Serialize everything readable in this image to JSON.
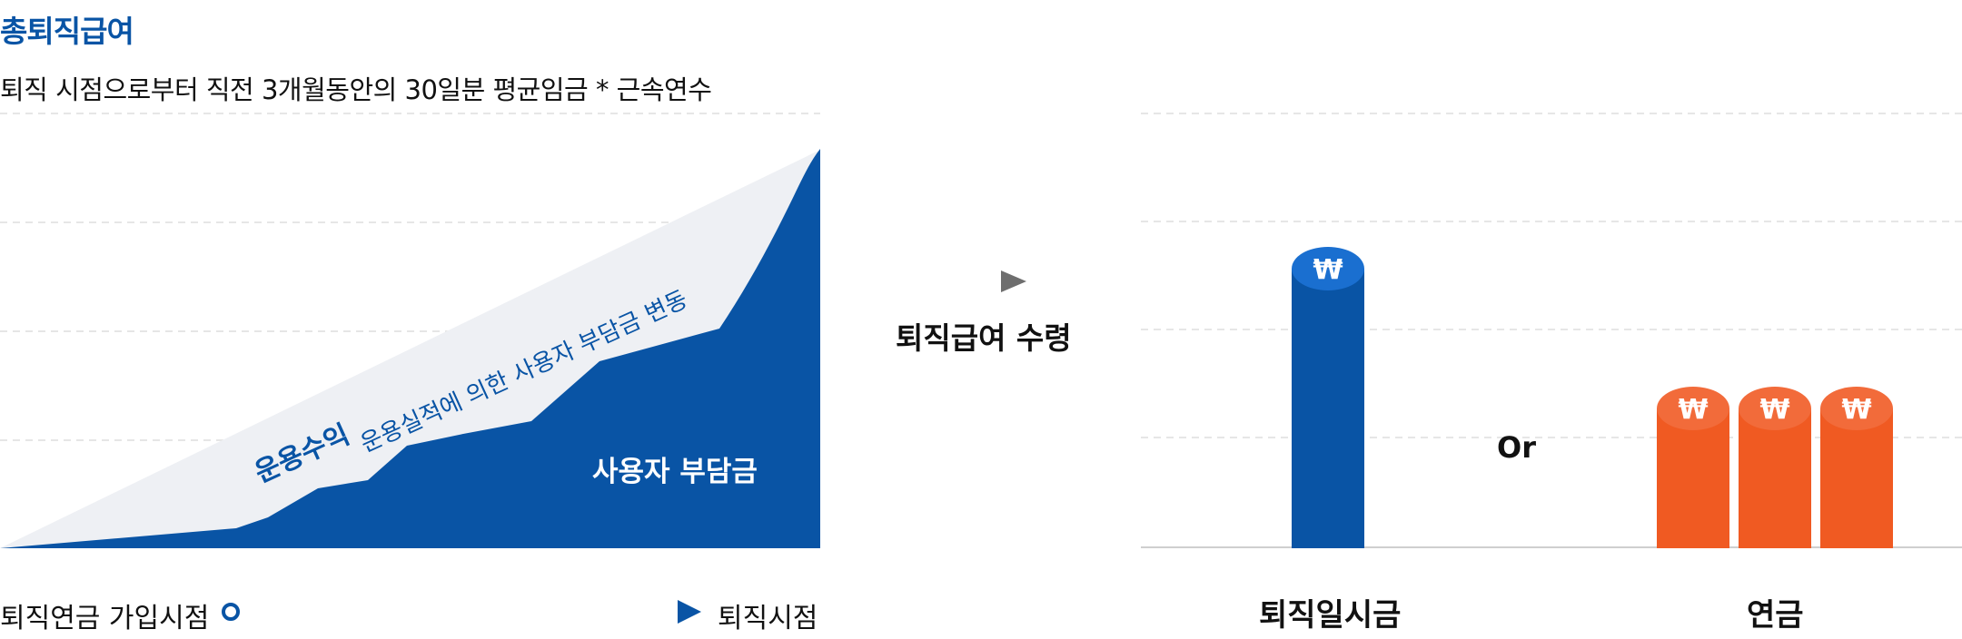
{
  "diagram": {
    "title": "총퇴직급여",
    "formula": "퇴직 시점으로부터 직전 3개월동안의 30일분 평균임금 * 근속연수",
    "area_label_bold": "운용수익",
    "area_label": "운용실적에 의한 사용자 부담금 변동",
    "employer_label": "사용자 부담금",
    "timeline_start": "퇴직연금 가입시점",
    "timeline_end": "퇴직시점",
    "receive_label": "퇴직급여 수령",
    "or_label": "Or",
    "lump_sum_label": "퇴직일시금",
    "annuity_label": "연금",
    "coin_symbol": "₩",
    "colors": {
      "primary_blue": "#0954a5",
      "light_gray": "#eef0f4",
      "orange": "#f05a22",
      "orange_top": "#f26b3a",
      "blue_top": "#1a6fd0"
    }
  }
}
